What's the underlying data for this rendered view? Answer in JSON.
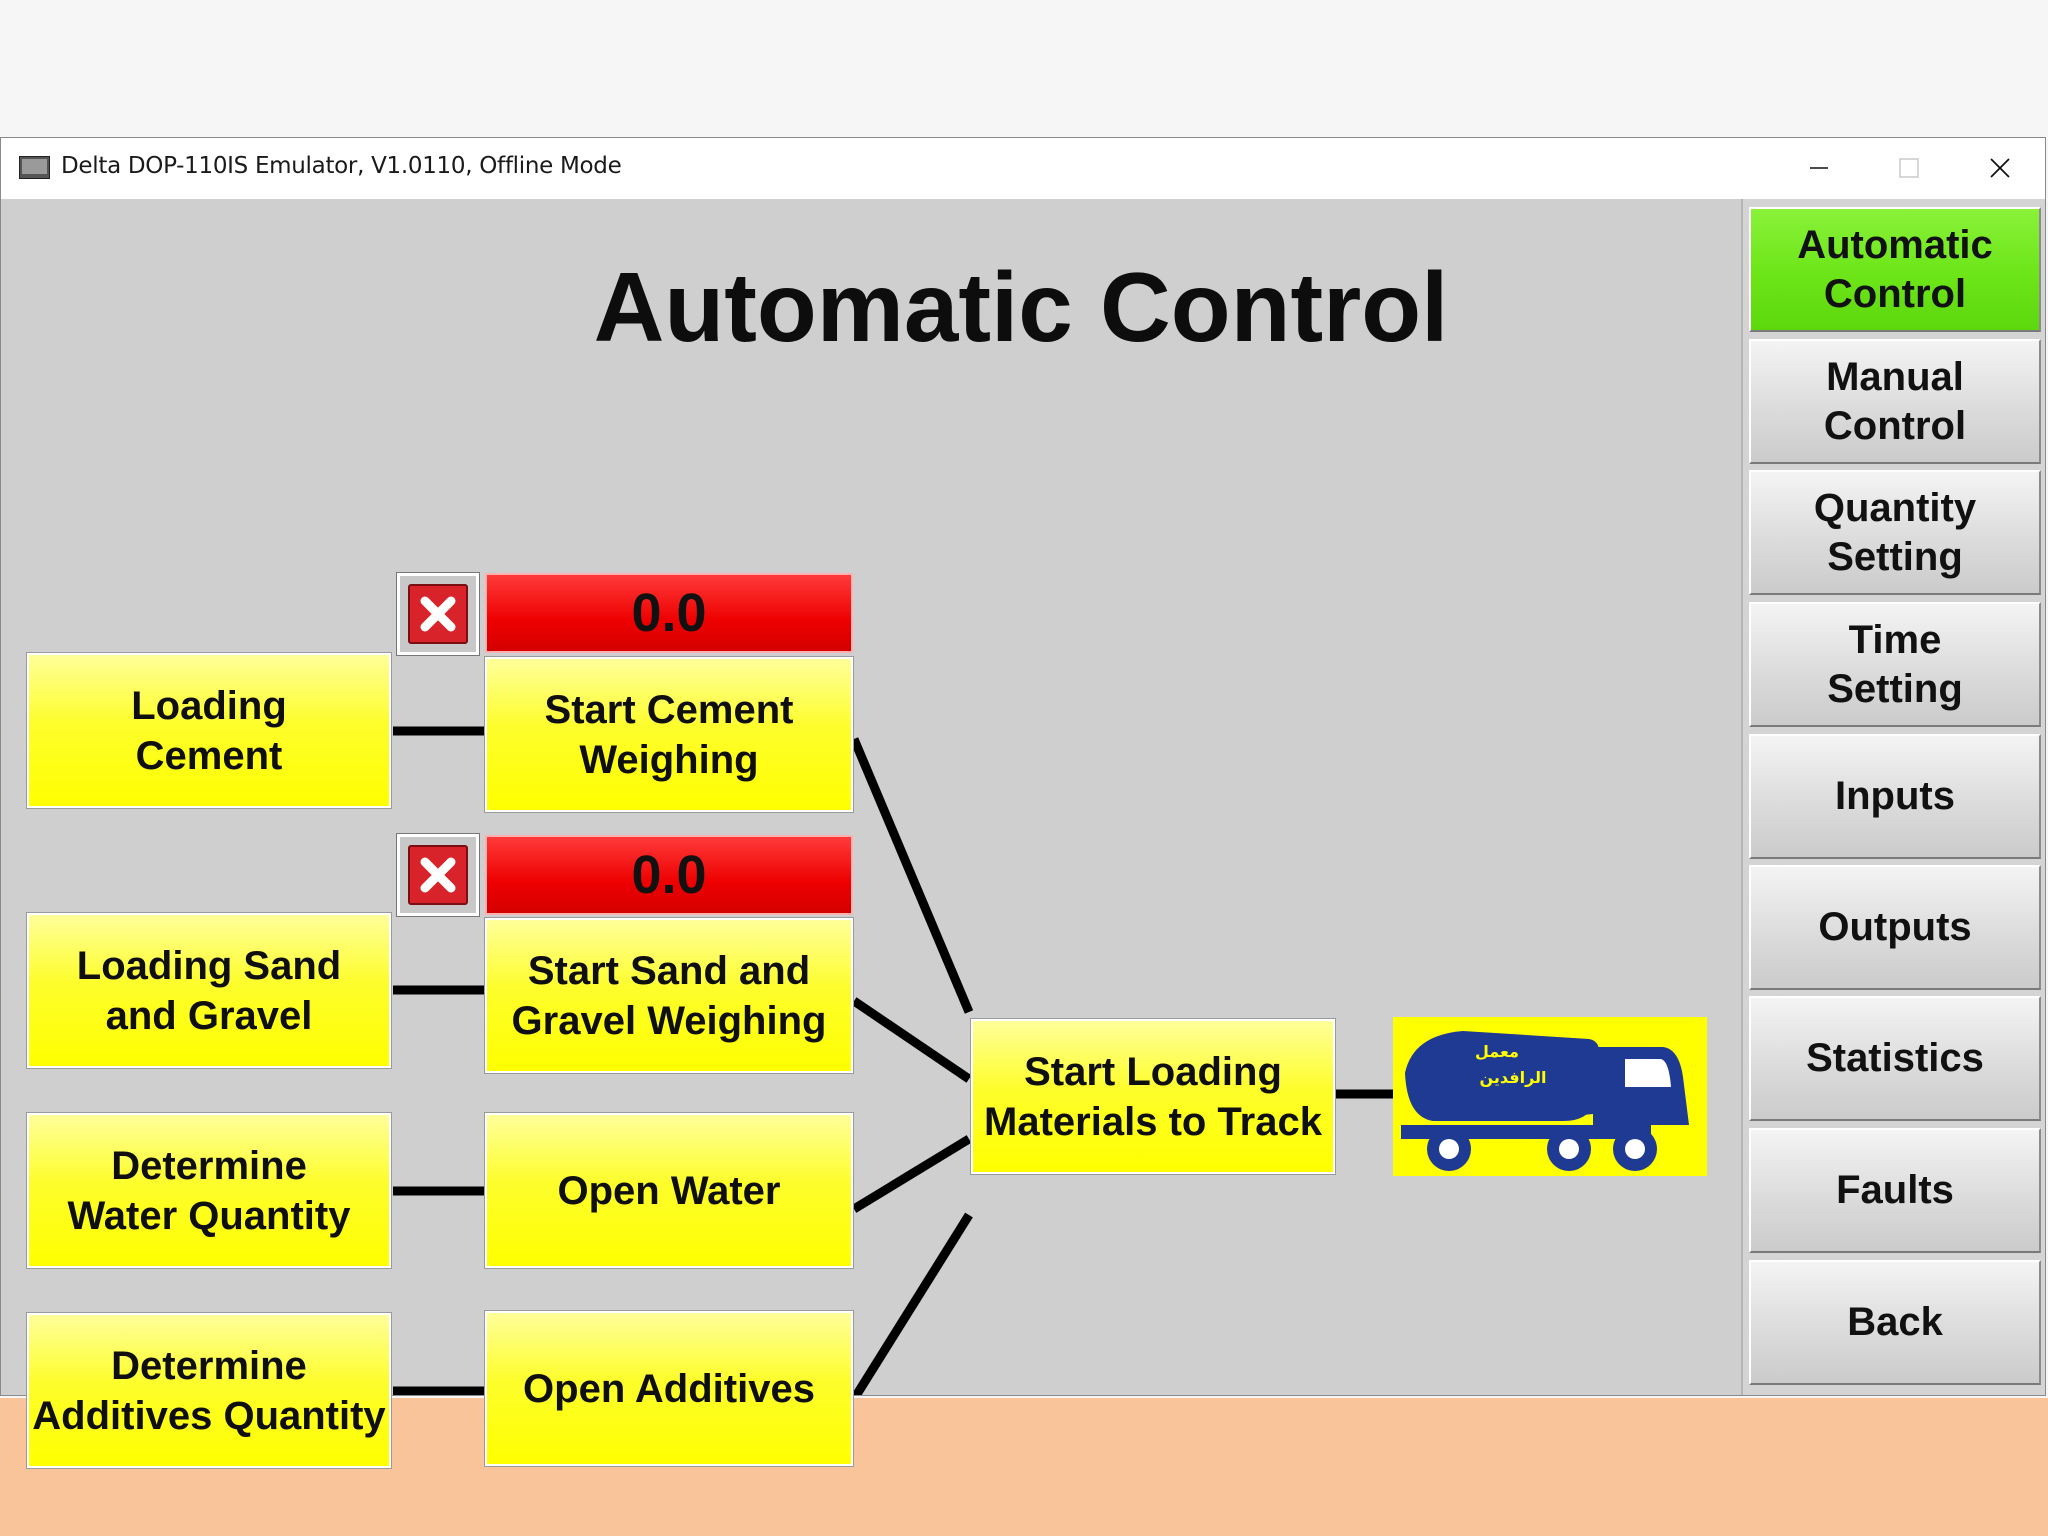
{
  "window": {
    "title": "Delta DOP-110IS Emulator, V1.0110, Offline Mode"
  },
  "page": {
    "title": "Automatic Control"
  },
  "steps": {
    "loading_cement": "Loading\nCement",
    "start_cement_weighing": "Start Cement\nWeighing",
    "cement_value": "0.0",
    "loading_sand_gravel": "Loading Sand\nand Gravel",
    "start_sand_gravel_weighing": "Start Sand and\nGravel Weighing",
    "sand_gravel_value": "0.0",
    "determine_water": "Determine\nWater Quantity",
    "open_water": "Open Water",
    "determine_additives": "Determine\nAdditives Quantity",
    "open_additives": "Open Additives",
    "start_loading": "Start Loading\nMaterials to Track"
  },
  "truck": {
    "logo_line1": "معمل",
    "logo_line2": "الرافدين",
    "icon": "concrete-mixer-truck-icon"
  },
  "nav": {
    "automatic_control": "Automatic\nControl",
    "manual_control": "Manual\nControl",
    "quantity_setting": "Quantity\nSetting",
    "time_setting": "Time\nSetting",
    "inputs": "Inputs",
    "outputs": "Outputs",
    "statistics": "Statistics",
    "faults": "Faults",
    "back": "Back"
  },
  "colors": {
    "active_nav": "#6ee61a",
    "step_yellow": "#ffff00",
    "value_red": "#ee0000",
    "truck_blue": "#1f3a93",
    "panel_gray": "#cfcfcf"
  }
}
